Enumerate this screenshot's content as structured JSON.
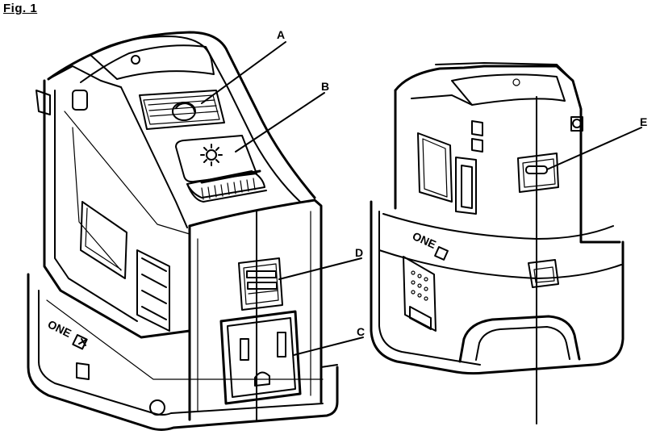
{
  "figure": {
    "title": "Fig. 1"
  },
  "callouts": {
    "a": "A",
    "b": "B",
    "c": "C",
    "d": "D",
    "e": "E"
  },
  "branding": {
    "left_device_logo": "ONE",
    "right_device_logo": "ONE"
  }
}
